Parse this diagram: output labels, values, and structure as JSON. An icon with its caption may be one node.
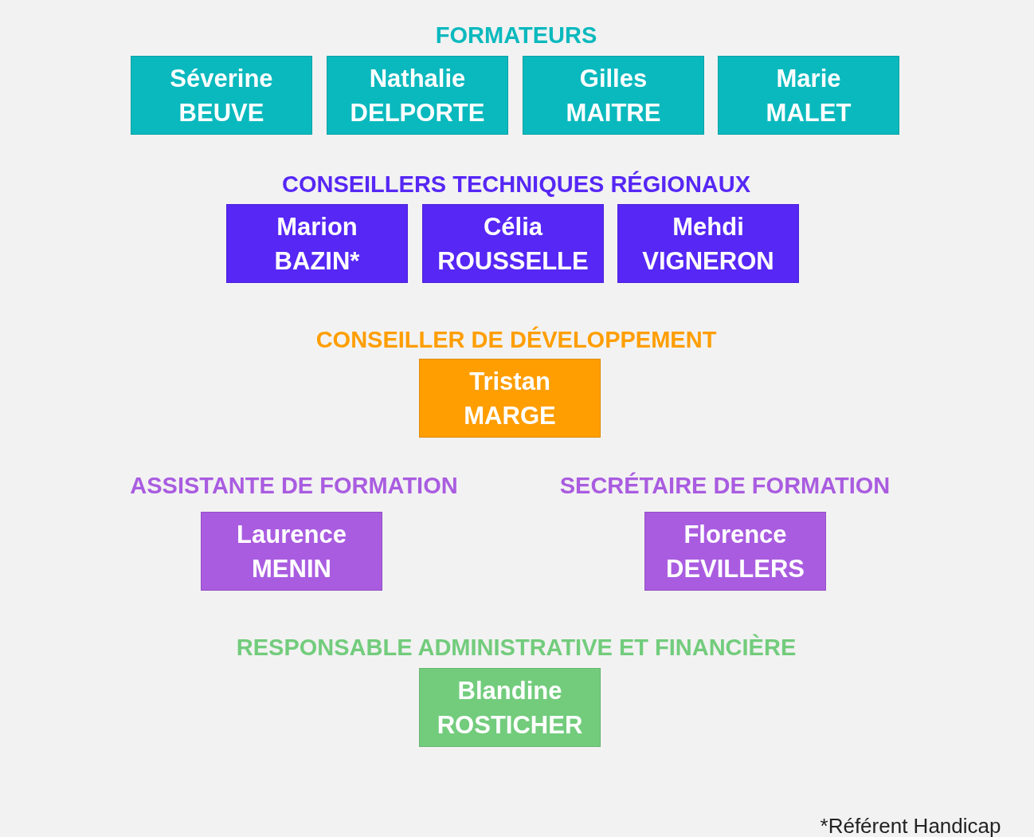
{
  "diagram": {
    "nodes": [
      {
        "text": [
          "Séverine",
          "BEUVE"
        ]
      },
      {
        "text": [
          "Nathalie",
          "DELPORTE"
        ]
      },
      {
        "text": [
          "Gilles",
          "MAITRE"
        ]
      },
      {
        "text": [
          "Marie",
          "MALET"
        ]
      },
      {
        "text": [
          "Marion",
          "BAZIN*"
        ]
      },
      {
        "text": [
          "Célia",
          "ROUSSELLE"
        ]
      },
      {
        "text": [
          "Mehdi",
          "VIGNERON"
        ]
      },
      {
        "text": [
          "Tristan",
          "MARGE"
        ]
      },
      {
        "text": [
          "Laurence",
          "MENIN"
        ]
      },
      {
        "text": [
          "Florence",
          "DEVILLERS"
        ]
      },
      {
        "text": [
          "Blandine",
          "ROSTICHER"
        ]
      }
    ],
    "labels": [
      "FORMATEURS",
      "CONSEILLERS TECHNIQUES RÉGIONAUX",
      "CONSEILLER DE DÉVELOPPEMENT",
      "ASSISTANTE DE FORMATION",
      "SECRÉTAIRE DE FORMATION",
      "RESPONSABLE ADMINISTRATIVE ET FINANCIÈRE",
      "*Référent Handicap"
    ]
  }
}
